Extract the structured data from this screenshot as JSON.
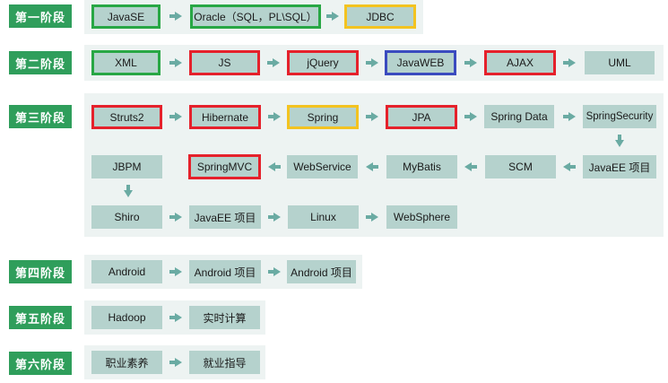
{
  "stages": [
    {
      "label": "第一阶段",
      "nodes": [
        {
          "text": "JavaSE",
          "border": "green"
        },
        {
          "text": "Oracle（SQL，PL\\SQL）",
          "border": "green"
        },
        {
          "text": "JDBC",
          "border": "yellow"
        }
      ]
    },
    {
      "label": "第二阶段",
      "nodes": [
        {
          "text": "XML",
          "border": "green"
        },
        {
          "text": "JS",
          "border": "red"
        },
        {
          "text": "jQuery",
          "border": "red"
        },
        {
          "text": "JavaWEB",
          "border": "blue"
        },
        {
          "text": "AJAX",
          "border": "red"
        },
        {
          "text": "UML",
          "border": "none"
        }
      ]
    },
    {
      "label": "第三阶段",
      "nodes": [
        {
          "text": "Struts2",
          "border": "red"
        },
        {
          "text": "Hibernate",
          "border": "red"
        },
        {
          "text": "Spring",
          "border": "yellow"
        },
        {
          "text": "JPA",
          "border": "red"
        },
        {
          "text": "Spring Data",
          "border": "none"
        },
        {
          "text": "SpringSecurity",
          "border": "none"
        },
        {
          "text": "JavaEE 项目",
          "border": "none"
        },
        {
          "text": "SCM",
          "border": "none"
        },
        {
          "text": "MyBatis",
          "border": "none"
        },
        {
          "text": "WebService",
          "border": "none"
        },
        {
          "text": "SpringMVC",
          "border": "red"
        },
        {
          "text": "JBPM",
          "border": "none"
        },
        {
          "text": "Shiro",
          "border": "none"
        },
        {
          "text": "JavaEE 项目",
          "border": "none"
        },
        {
          "text": "Linux",
          "border": "none"
        },
        {
          "text": "WebSphere",
          "border": "none"
        }
      ]
    },
    {
      "label": "第四阶段",
      "nodes": [
        {
          "text": "Android",
          "border": "none"
        },
        {
          "text": "Android 项目",
          "border": "none"
        },
        {
          "text": "Android 项目",
          "border": "none"
        }
      ]
    },
    {
      "label": "第五阶段",
      "nodes": [
        {
          "text": "Hadoop",
          "border": "none"
        },
        {
          "text": "实时计算",
          "border": "none"
        }
      ]
    },
    {
      "label": "第六阶段",
      "nodes": [
        {
          "text": "职业素养",
          "border": "none"
        },
        {
          "text": "就业指导",
          "border": "none"
        }
      ]
    }
  ],
  "colors": {
    "label_bg": "#2f9e5b",
    "panel_bg": "#edf3f2",
    "node_bg": "#b5d2cd",
    "arrow": "#6aaba3",
    "border_green": "#28a745",
    "border_red": "#e5212b",
    "border_yellow": "#f3c320",
    "border_blue": "#3a4bbf"
  }
}
